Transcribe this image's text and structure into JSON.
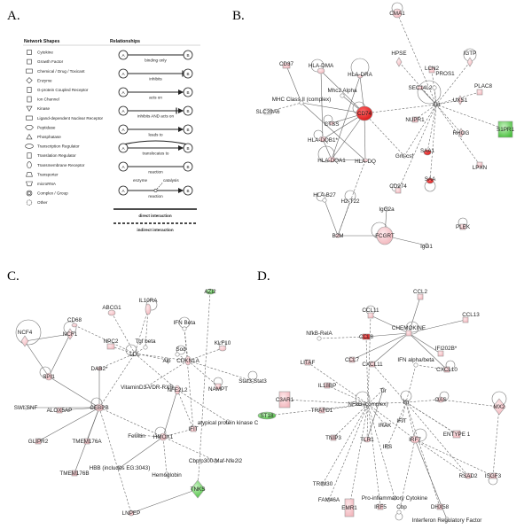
{
  "panels": {
    "a": "A.",
    "b": "B.",
    "c": "C.",
    "d": "D."
  },
  "legend": {
    "shapes_title": "Network Shapes",
    "relationships_title": "Relationships",
    "shapes": [
      "Cytokine",
      "Growth Factor",
      "Chemical / Drug / Toxicant",
      "Enzyme",
      "G-protein Coupled Receptor",
      "Ion Channel",
      "Kinase",
      "Ligand-dependent Nuclear Receptor",
      "Peptidase",
      "Phosphatase",
      "Transcription Regulator",
      "Translation Regulator",
      "Transmembrane Receptor",
      "Transporter",
      "microRNA",
      "Complex / Group",
      "Other"
    ],
    "node_a": "A",
    "node_b": "B",
    "relations": [
      "binding only",
      "inhibits",
      "acts on",
      "inhibits AND acts on",
      "leads to",
      "translocates to",
      "reaction"
    ],
    "catalysis": "catalysis",
    "enzyme": "enzyme",
    "reaction_bottom": "reaction",
    "direct": "direct interaction",
    "indirect": "indirect interaction"
  },
  "network_b": {
    "nodes": [
      "CMA1",
      "HLA-DMA",
      "HLA-DRA",
      "CD37",
      "Mhc2 Alpha",
      "MHC Class II (complex)",
      "SLC39A6",
      "CD74",
      "CTSS",
      "HLA-DQB1*",
      "HLA-DQA1",
      "HLA-DQ",
      "HPSE",
      "LCN2",
      "IGTP",
      "SEC14L2",
      "PROS1",
      "PLAC8",
      "Akt",
      "UXS1",
      "NUPR1",
      "S1PR1",
      "RHOG",
      "Gm-csf",
      "SAA1",
      "SAA",
      "LPXN",
      "CD274",
      "HLA-B27",
      "H2-T22",
      "IgG2a",
      "B2M",
      "FCGRT",
      "PLEK",
      "IgG1"
    ]
  },
  "network_c": {
    "nodes": [
      "AZI2",
      "ABCG1",
      "IL10RA",
      "CD68",
      "IFN Beta",
      "NCF4",
      "NCF1",
      "NPC2",
      "Tgf beta",
      "Sod",
      "KLF10",
      "LDL",
      "Alp",
      "CDKN1A",
      "DAB2*",
      "SPI1",
      "NAMPT",
      "VitaminD3-VDR-RXR",
      "NFE2L2",
      "Stat3-Stat3",
      "SWI-SNF",
      "ALOX5AP",
      "CEBPB",
      "atypical protein kinase C",
      "Ferritin",
      "HMOX1",
      "IFIT",
      "GLIPR2",
      "TMEM176A",
      "Cbp/p300-Maf-Nfe2l2",
      "TMEM176B",
      "HBB (includes EG:3043)",
      "Hemoglobin",
      "TNKS",
      "LNPEP"
    ]
  },
  "network_d": {
    "nodes": [
      "CCL2",
      "CCL11",
      "CCL13",
      "NfkB-RelA",
      "CCL8",
      "CHEMOKINE",
      "LITAF",
      "IFI202B*",
      "CCL7",
      "CXCL11",
      "IFN alpha/beta",
      "CXCL10",
      "C3AR1",
      "IL18BP",
      "Tlr",
      "ST18",
      "TRAFD1",
      "NFkB (complex)",
      "Ifn",
      "OAS",
      "MX2",
      "TNIP3",
      "IRAK",
      "IFIT",
      "ENTYPE 1",
      "TLR1",
      "IRF7",
      "TRIM30",
      "ISGF3",
      "IRS",
      "RSAD2",
      "FAM46A",
      "Pro-inflammatory Cytokine",
      "IRF5",
      "DHX58",
      "EMR1",
      "Cbp",
      "Interferon Regulatory Factor"
    ]
  }
}
